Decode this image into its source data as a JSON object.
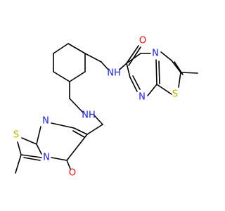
{
  "colors": {
    "bond": "#000000",
    "carbon": "#000000",
    "nitrogen": "#1a1aff",
    "oxygen": "#ff0d0d",
    "sulfur": "#b2b200",
    "background": "#ffffff"
  },
  "atom_labels": {
    "O_upper": "O",
    "NH_upper": "NH",
    "N_upper_ring": "N",
    "N_upper_pyr": "N",
    "S_upper": "S",
    "O_lower": "O",
    "NH_lower": "NH",
    "N_lower_pyr": "N",
    "N_lower_ring": "N",
    "S_lower": "S"
  }
}
